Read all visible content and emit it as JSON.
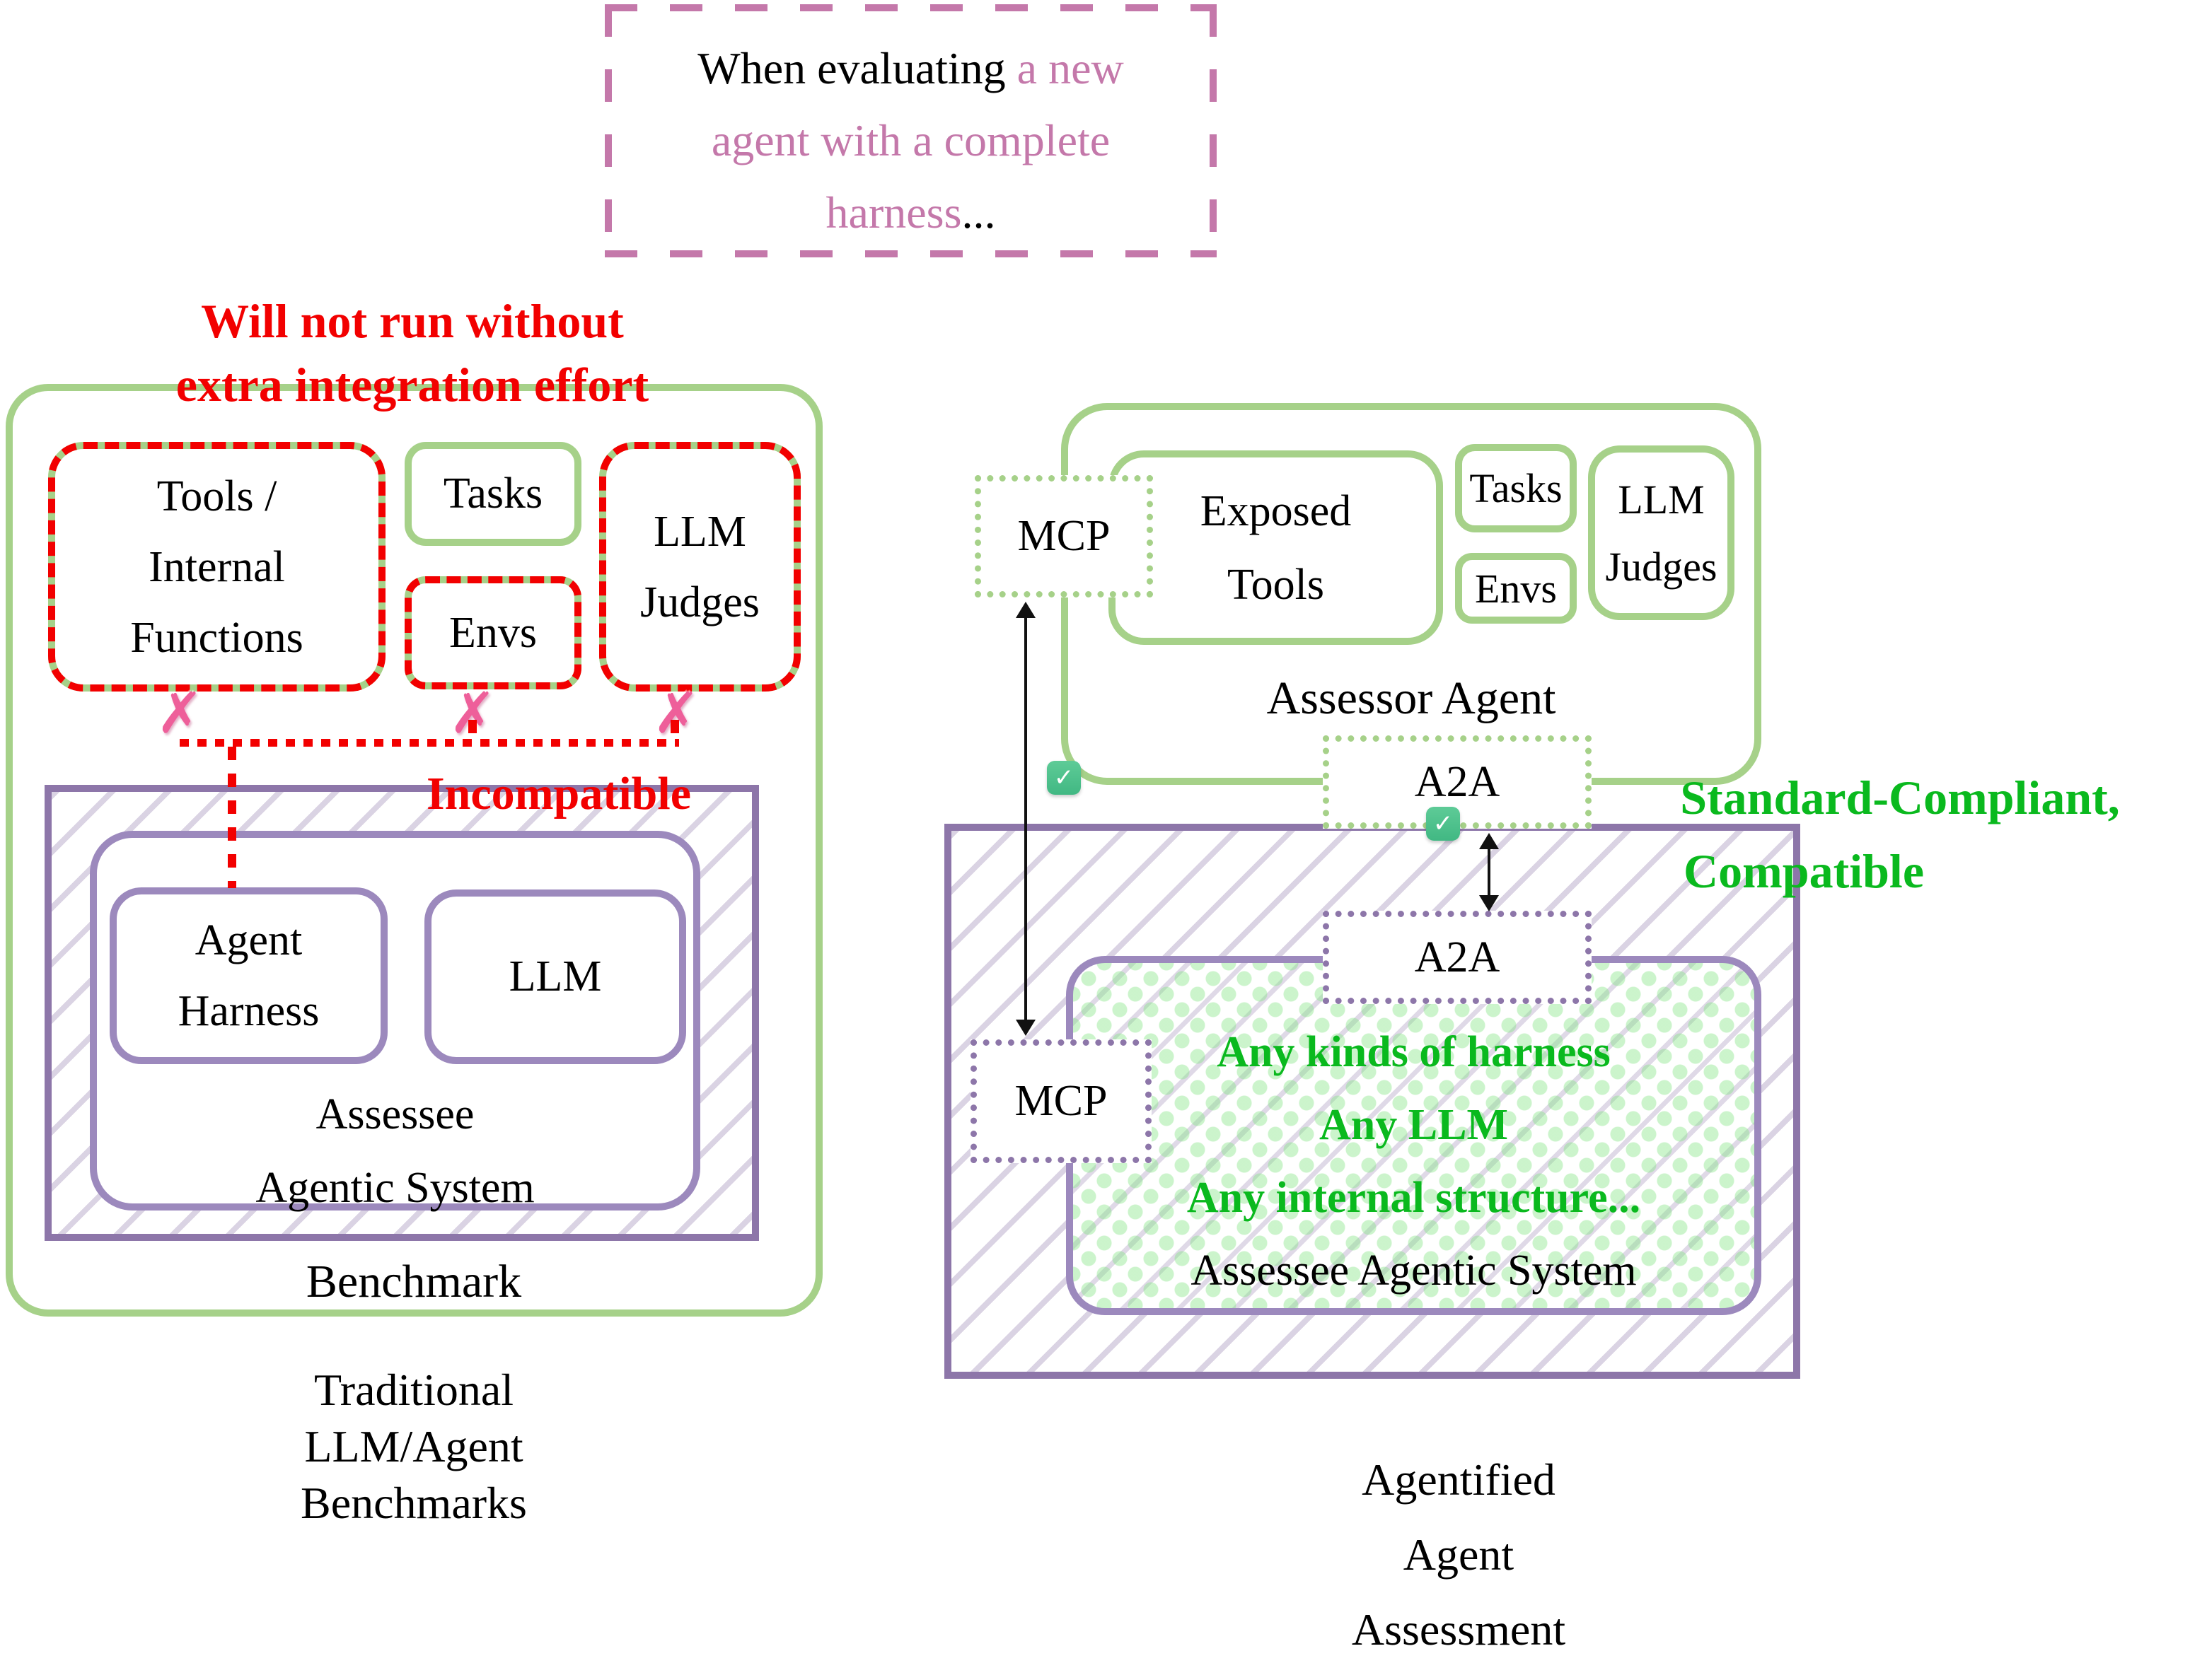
{
  "colors": {
    "green-border": "#a6d189",
    "green-text": "#0ab91e",
    "purple-border": "#8d76a9",
    "purple-light": "#9c89bd",
    "mauve": "#c478aa",
    "red": "#f20000",
    "pink-x": "#ee5f9a",
    "check-green": "#41b883"
  },
  "top_note": {
    "l1a": "When evaluating",
    "l1b": "a new",
    "l2": "agent with a complete",
    "l3a": "harness",
    "l3b": "..."
  },
  "left": {
    "warning": [
      "Will not run without",
      "extra integration effort"
    ],
    "tools_box": [
      "Tools /",
      "Internal",
      "Functions"
    ],
    "tasks_box": "Tasks",
    "envs_box": "Envs",
    "llm_judges_box": [
      "LLM",
      "Judges"
    ],
    "incompatible_label": "Incompatible",
    "agent_harness_box": [
      "Agent",
      "Harness"
    ],
    "llm_box": "LLM",
    "assessee_label": [
      "Assessee",
      "Agentic System"
    ],
    "benchmark_label": "Benchmark",
    "caption": [
      "Traditional",
      "LLM/Agent",
      "Benchmarks"
    ]
  },
  "right": {
    "mcp_top_box": "MCP",
    "exposed_tools_box": [
      "Exposed",
      "Tools"
    ],
    "tasks_box": "Tasks",
    "envs_box": "Envs",
    "llm_judges_box": [
      "LLM",
      "Judges"
    ],
    "assessor_label": "Assessor Agent",
    "a2a_top_box": "A2A",
    "a2a_bottom_box": "A2A",
    "mcp_bottom_box": "MCP",
    "compliant_note": [
      "Standard-Compliant,",
      "Compatible"
    ],
    "inner_notes": [
      "Any kinds of harness",
      "Any LLM",
      "Any internal structure..."
    ],
    "assessee_label": "Assessee Agentic System",
    "caption": [
      "Agentified",
      "Agent",
      "Assessment"
    ]
  },
  "icons": {
    "check": "✓",
    "cross": "✗"
  }
}
